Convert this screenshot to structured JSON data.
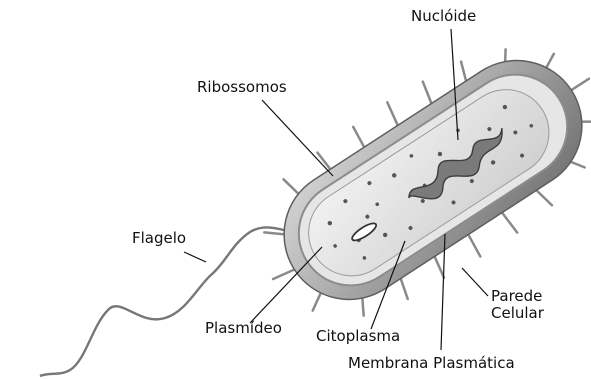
{
  "labels": {
    "nucleoide": "Nuclóide",
    "ribossomos": "Ribossomos",
    "flagelo": "Flagelo",
    "plasmideo": "Plasmídeo",
    "citoplasma": "Citoplasma",
    "membrana_plasmatica": "Membrana Plasmática",
    "parede_celular": "Parede\nCelular"
  }
}
